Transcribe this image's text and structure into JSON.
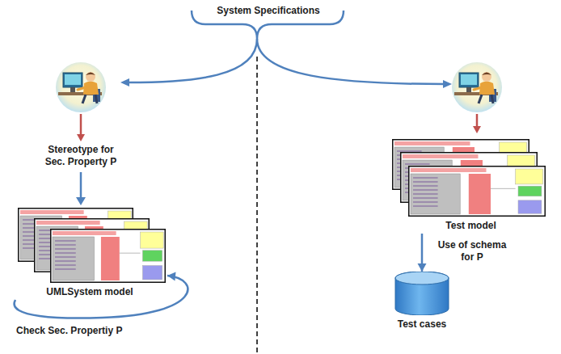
{
  "diagram": {
    "nodes": [
      {
        "text": [
          "UMLSystem model"
        ]
      },
      {
        "text": [
          "Test model"
        ]
      },
      {
        "text": [
          "Test cases"
        ]
      }
    ],
    "edges": [
      {
        "from": 0,
        "to": 0,
        "arrow": "to",
        "label": "Check Sec. Propertiy P"
      },
      {
        "from": 1,
        "to": 2,
        "arrow": "to",
        "label": "Use of schema for P"
      }
    ],
    "labels": [
      "System Specifications",
      "Stereotype for Sec. Property P"
    ]
  }
}
